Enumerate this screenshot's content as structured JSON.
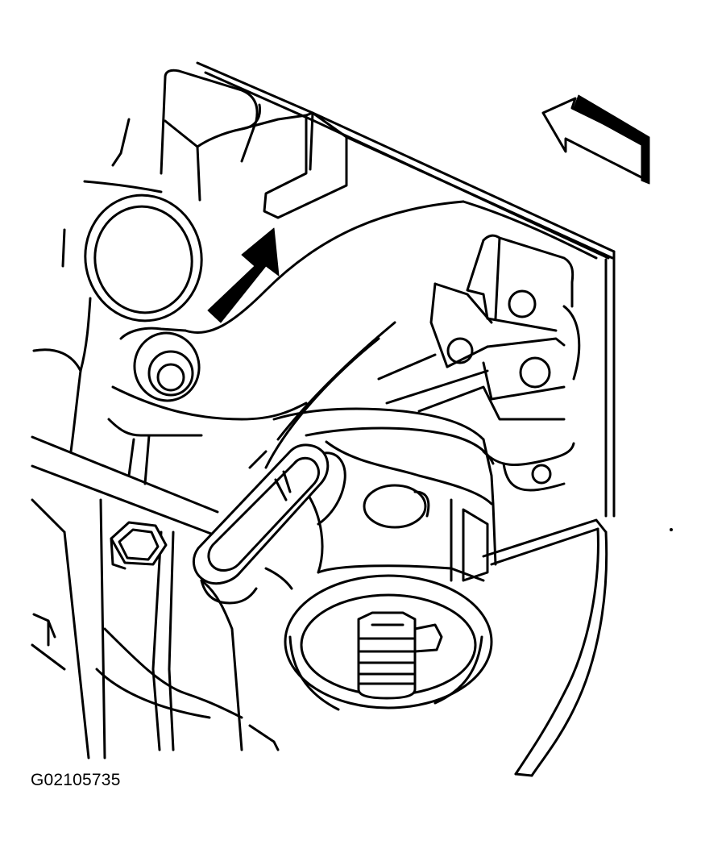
{
  "figure": {
    "id_label": "G02105735"
  },
  "colors": {
    "line": "#000000",
    "background": "#ffffff"
  },
  "icons": {
    "pointer_arrow": "solid-black-arrow",
    "direction_arrow": "outlined-arrow"
  }
}
